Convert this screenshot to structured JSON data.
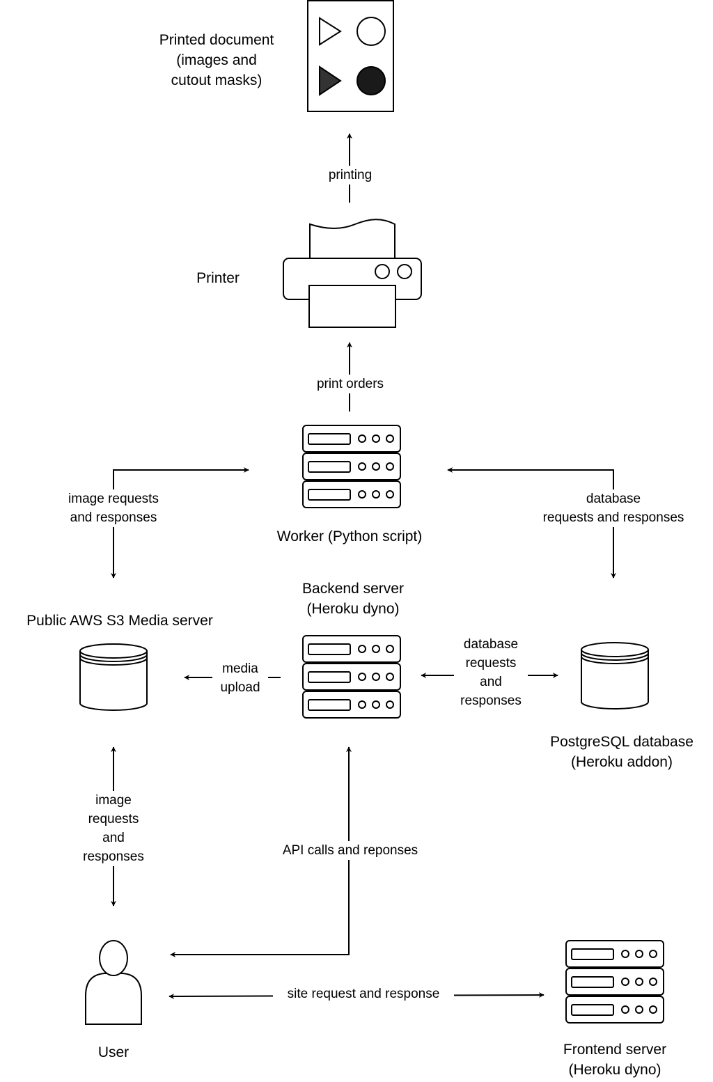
{
  "nodes": {
    "printed_document": {
      "label": "Printed document\n(images and\ncutout masks)"
    },
    "printer": {
      "label": "Printer"
    },
    "worker": {
      "label": "Worker (Python script)"
    },
    "backend": {
      "label": "Backend server\n(Heroku dyno)"
    },
    "media_server": {
      "label": "Public AWS S3 Media server"
    },
    "database": {
      "label": "PostgreSQL database\n(Heroku addon)"
    },
    "user": {
      "label": "User"
    },
    "frontend": {
      "label": "Frontend server\n(Heroku dyno)"
    }
  },
  "edges": {
    "printing": {
      "label": "printing"
    },
    "print_orders": {
      "label": "print orders"
    },
    "worker_media": {
      "label": "image requests\nand responses"
    },
    "worker_db": {
      "label": "database\nrequests and responses"
    },
    "media_upload": {
      "label": "media\nupload"
    },
    "backend_db": {
      "label": "database\nrequests\nand\nresponses"
    },
    "user_media": {
      "label": "image\nrequests\nand\nresponses"
    },
    "api_calls": {
      "label": "API calls and reponses"
    },
    "site_request": {
      "label": "site request and response"
    }
  },
  "colors": {
    "stroke": "#000000",
    "dark_fill": "#333333",
    "darker_fill": "#1a1a1a"
  }
}
